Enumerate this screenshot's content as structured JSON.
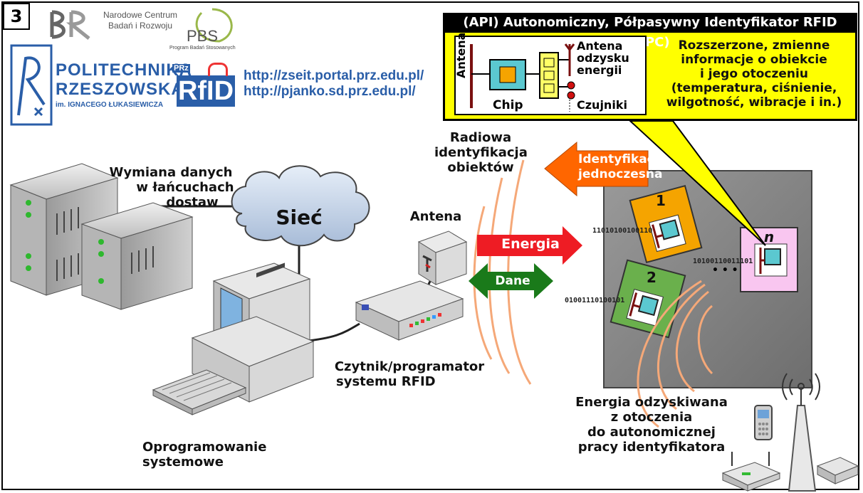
{
  "badge": "3",
  "logos": {
    "ncbr_line1": "Narodowe Centrum",
    "ncbr_line2": "Badań i Rozwoju",
    "pbs": "PBS",
    "pbs_sub": "Program Badań Stosowanych",
    "prz_line1": "POLITECHNIKA",
    "prz_line2": "RZESZOWSKA",
    "prz_line3": "im. IGNACEGO ŁUKASIEWICZA",
    "rfid_prz": "PRz",
    "rfid": "RfID"
  },
  "urls": [
    "http://zseit.portal.prz.edu.pl/",
    "http://pjanko.sd.prz.edu.pl/"
  ],
  "api": {
    "title": "(API) Autonomiczny, Półpasywny Identyfikator RFID (EPC)",
    "antena": "Antena",
    "chip": "Chip",
    "antena_odzysku": [
      "Antena",
      "odzysku",
      "energii"
    ],
    "czujniki": "Czujniki",
    "description": [
      "Rozszerzone, zmienne",
      "informacje o obiekcie",
      "i jego otoczeniu",
      "(temperatura, ciśnienie,",
      "wilgotność, wibracje i in.)"
    ]
  },
  "labels": {
    "wymiana": [
      "Wymiana danych",
      "w łańcuchach",
      "dostaw"
    ],
    "siec": "Sieć",
    "antena": "Antena",
    "radiowa": [
      "Radiowa",
      "identyfikacja",
      "obiektów"
    ],
    "identyfikacja": [
      "Identyfikacja",
      "jednoczesna"
    ],
    "energia": "Energia",
    "dane": "Dane",
    "czytnik": [
      "Czytnik/programator",
      "systemu RFID"
    ],
    "oprogramowanie": [
      "Oprogramowanie",
      "systemowe"
    ],
    "energia_odzysk": [
      "Energia odzyskiwana",
      "z otoczenia",
      "do autonomicznej",
      "pracy identyfikatora"
    ]
  },
  "tags": {
    "tag1": "1",
    "tag2": "2",
    "tagn": "n",
    "bits1": "11010100100110",
    "bits2": "01001110100101",
    "bitsn": "10100110011101",
    "dots": "• • •"
  },
  "colors": {
    "energia": "#ee1c24",
    "dane": "#1a7a1a",
    "identyfikacja": "#ff6600",
    "api_box": "#ffff00",
    "url": "#2a5ea8",
    "tag1": "#f5a400",
    "tag2": "#6ab04c",
    "tagn": "#f9c6f0",
    "chip": "#5bc8d0",
    "platform": "#8a8a8a"
  }
}
